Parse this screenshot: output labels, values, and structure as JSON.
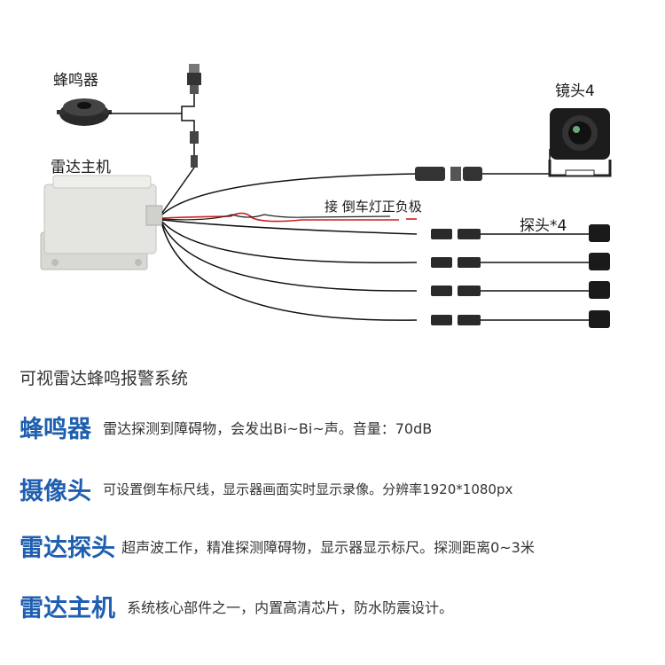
{
  "diagram": {
    "buzzer_label": "蜂鸣器",
    "host_label": "雷达主机",
    "camera_label": "镜头4",
    "probe_label": "探头*4",
    "reverse_wire_label": "接  倒车灯正负极"
  },
  "title": "可视雷达蜂鸣报警系统",
  "features": [
    {
      "name": "蜂鸣器",
      "desc": "雷达探测到障碍物，会发出Bi~Bi~声。音量：70dB"
    },
    {
      "name": "摄像头",
      "desc": "可设置倒车标尺线，显示器画面实时显示录像。分辨率1920*1080px"
    },
    {
      "name": "雷达探头",
      "desc": "超声波工作，精准探测障碍物，显示器显示标尺。探测距离0~3米"
    },
    {
      "name": "雷达主机",
      "desc": "系统核心部件之一，内置高清芯片，防水防震设计。"
    }
  ],
  "colors": {
    "accent": "#1f5fb0",
    "wire": "#111111",
    "red_wire": "#cc2020"
  }
}
